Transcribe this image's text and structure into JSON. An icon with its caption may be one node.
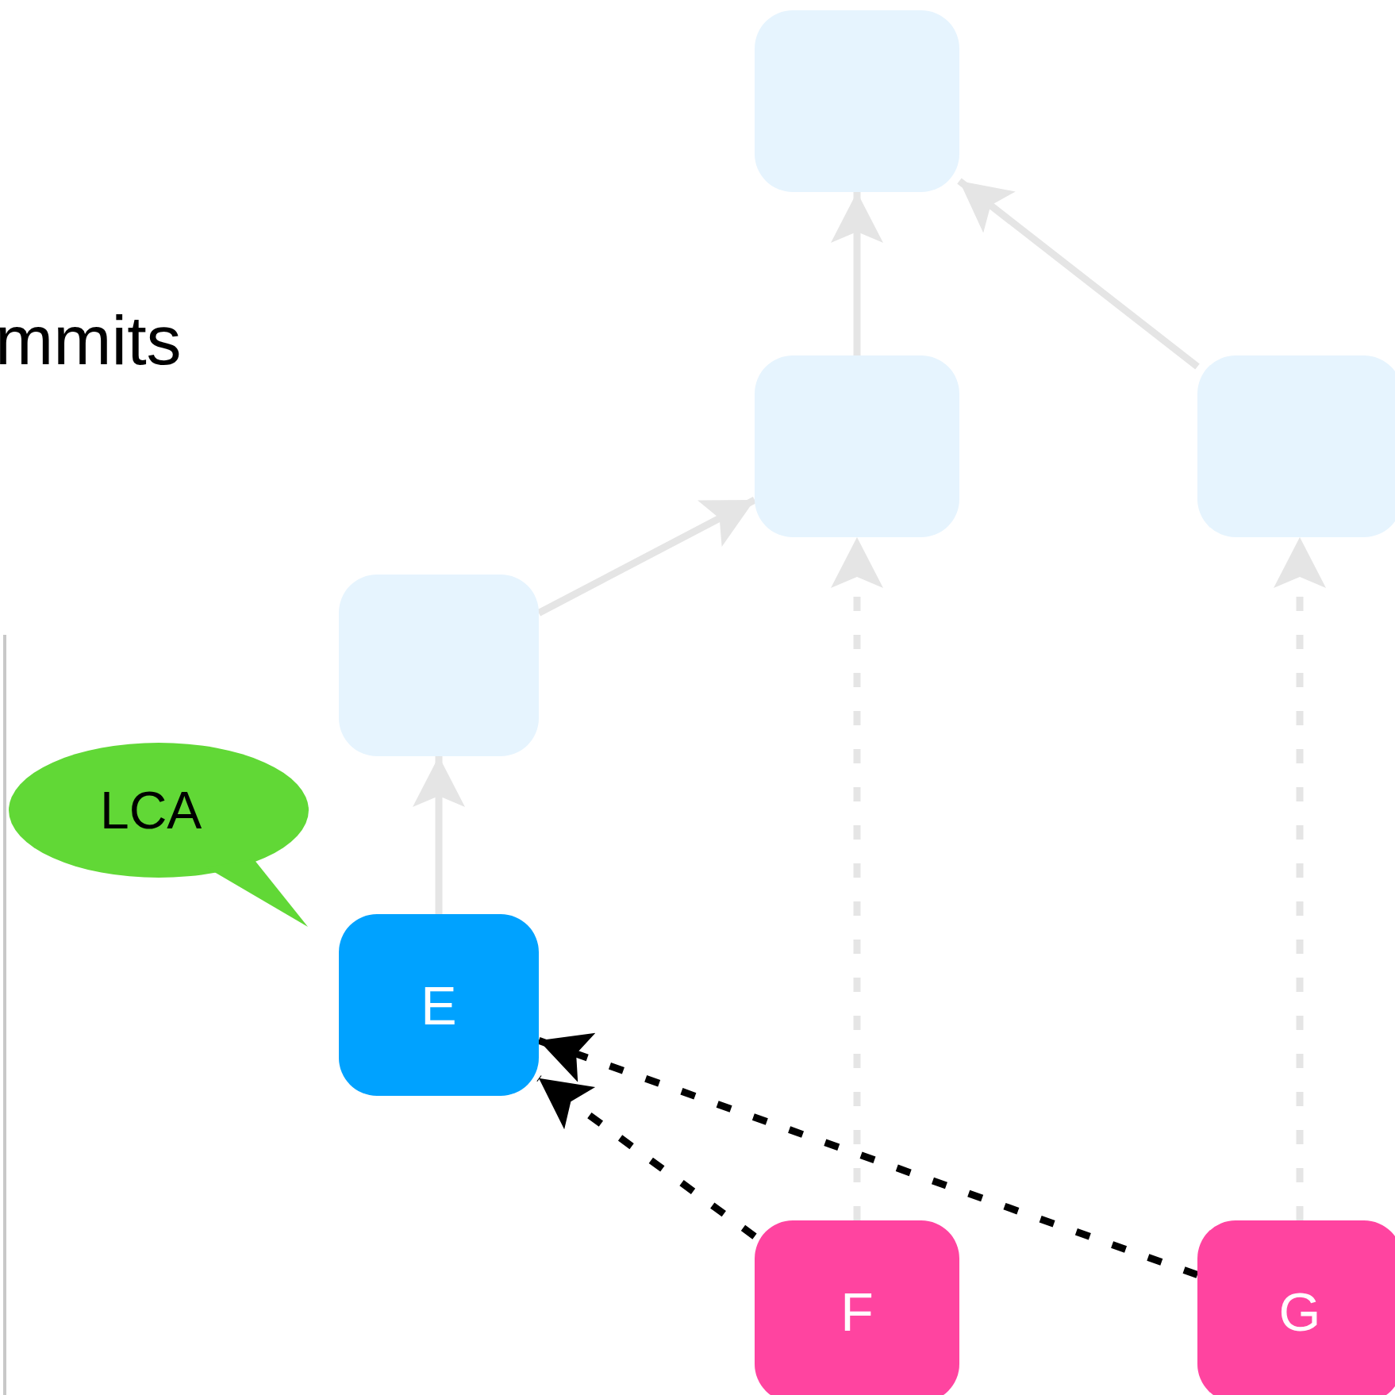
{
  "diagram": {
    "nodes": [
      {
        "text": [],
        "shape": "box"
      },
      {
        "text": [],
        "shape": "box"
      },
      {
        "text": [],
        "shape": "box"
      },
      {
        "text": [],
        "shape": "box"
      },
      {
        "text": [
          "E"
        ]
      },
      {
        "text": [
          "F"
        ]
      },
      {
        "text": [
          "G"
        ]
      },
      {
        "text": [
          "LCA"
        ]
      }
    ],
    "edges": [
      {
        "from": 1,
        "to": 0,
        "arrow": "to"
      },
      {
        "from": 2,
        "to": 0,
        "arrow": "to"
      },
      {
        "from": 3,
        "to": 1,
        "arrow": "to"
      },
      {
        "from": 4,
        "to": 3,
        "arrow": "to"
      },
      {
        "from": 5,
        "to": 1,
        "arrow": "to",
        "style": "dashed"
      },
      {
        "from": 6,
        "to": 2,
        "arrow": "to",
        "style": "dashed"
      },
      {
        "from": 5,
        "to": 4,
        "arrow": "to",
        "style": "dashed",
        "color": "#000000"
      },
      {
        "from": 6,
        "to": 4,
        "arrow": "to",
        "style": "dashed",
        "color": "#000000"
      }
    ],
    "labels": [
      "mmits"
    ]
  }
}
